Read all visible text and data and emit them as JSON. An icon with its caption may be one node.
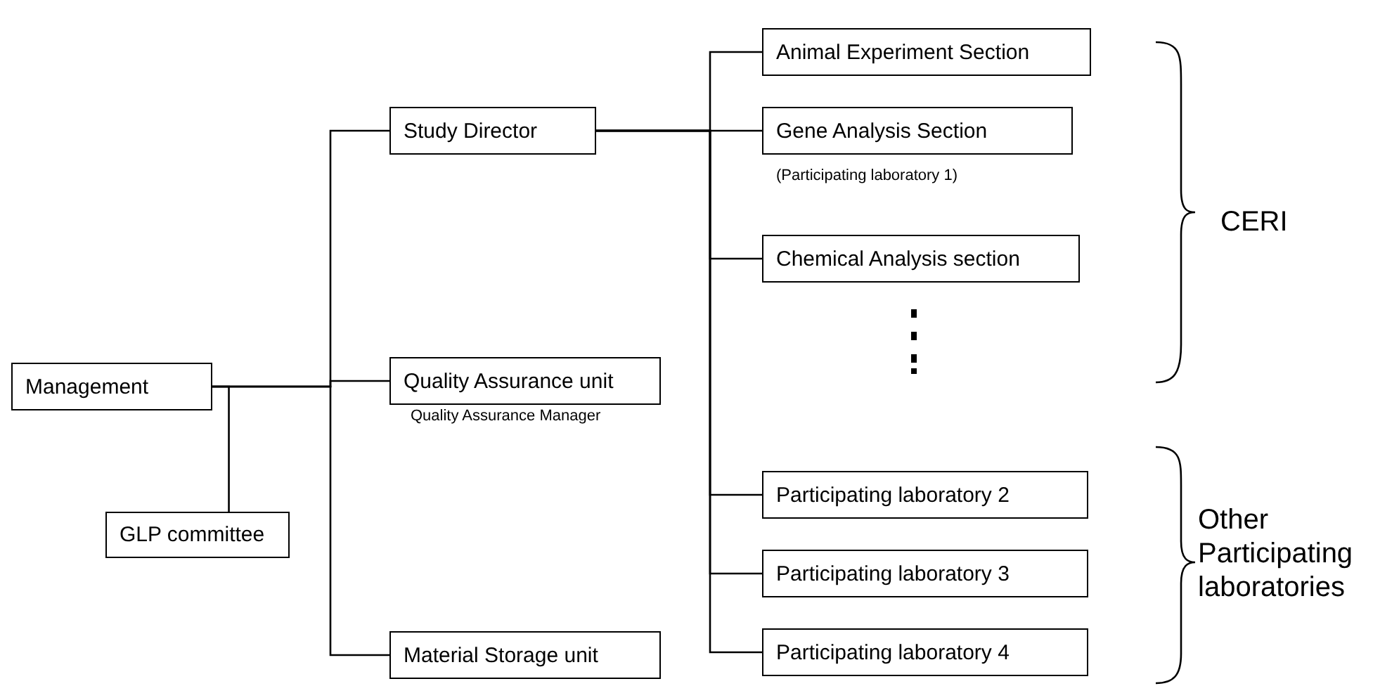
{
  "diagram": {
    "nodes": [
      {
        "text": [
          "Management"
        ]
      },
      {
        "text": [
          "GLP committee"
        ]
      },
      {
        "text": [
          "Study Director"
        ]
      },
      {
        "text": [
          "Quality Assurance unit"
        ],
        "beside": [
          "Quality Assurance Manager"
        ]
      },
      {
        "text": [
          "Material Storage unit"
        ]
      },
      {
        "text": [
          "Animal Experiment Section"
        ]
      },
      {
        "text": [
          "Gene Analysis Section"
        ],
        "beside": [
          "(Participating laboratory 1)"
        ]
      },
      {
        "text": [
          "Chemical Analysis section"
        ]
      },
      {
        "text": [
          "Participating laboratory 2"
        ]
      },
      {
        "text": [
          "Participating laboratory 3"
        ]
      },
      {
        "text": [
          "Participating laboratory 4"
        ]
      }
    ],
    "edges": [
      {
        "from": 0,
        "to": 1,
        "arrow": "none"
      },
      {
        "from": 0,
        "to": 2,
        "arrow": "none"
      },
      {
        "from": 0,
        "to": 3,
        "arrow": "none"
      },
      {
        "from": 0,
        "to": 4,
        "arrow": "none"
      },
      {
        "from": 2,
        "to": 5,
        "arrow": "none"
      },
      {
        "from": 2,
        "to": 6,
        "arrow": "none"
      },
      {
        "from": 2,
        "to": 7,
        "arrow": "none"
      },
      {
        "from": 2,
        "to": 8,
        "arrow": "none"
      },
      {
        "from": 2,
        "to": 9,
        "arrow": "none"
      },
      {
        "from": 2,
        "to": 10,
        "arrow": "none"
      }
    ],
    "labels": [
      "CERI",
      "Other Participating laboratories"
    ]
  }
}
